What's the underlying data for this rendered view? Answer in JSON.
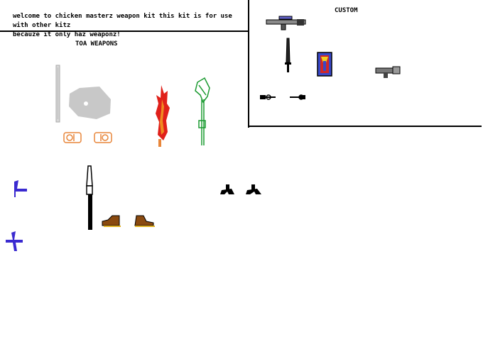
{
  "intro_text": "welcome to chicken masterz weapon kit this kit is for use with other kitz\nbecauze it only haz weaponz!",
  "custom_heading": "CUSTOM",
  "toa_heading": "TOA WEAPONS",
  "colors": {
    "background": "#ffffff",
    "outline": "#000000",
    "toa_silver": "#c8c8c8",
    "toa_orange": "#e8863a",
    "fire_red": "#e0201a",
    "leaf_green": "#1a9a30",
    "claw_blue": "#3a2ad0",
    "boot_brown": "#8a4a10",
    "shield_blue": "#3848c8",
    "shield_red": "#d02828",
    "shield_yellow": "#f0d020"
  },
  "sprites": [
    "rifle-icon",
    "sword-icon",
    "shield-icon",
    "blaster-icon",
    "claw-hook-icon",
    "silver-blade-icon",
    "round-shield-icon",
    "knuckle-guard-icon",
    "fire-sword-icon",
    "leaf-axe-icon",
    "blue-claw-icon",
    "black-staff-icon",
    "boot-icon",
    "foot-claw-icon"
  ]
}
